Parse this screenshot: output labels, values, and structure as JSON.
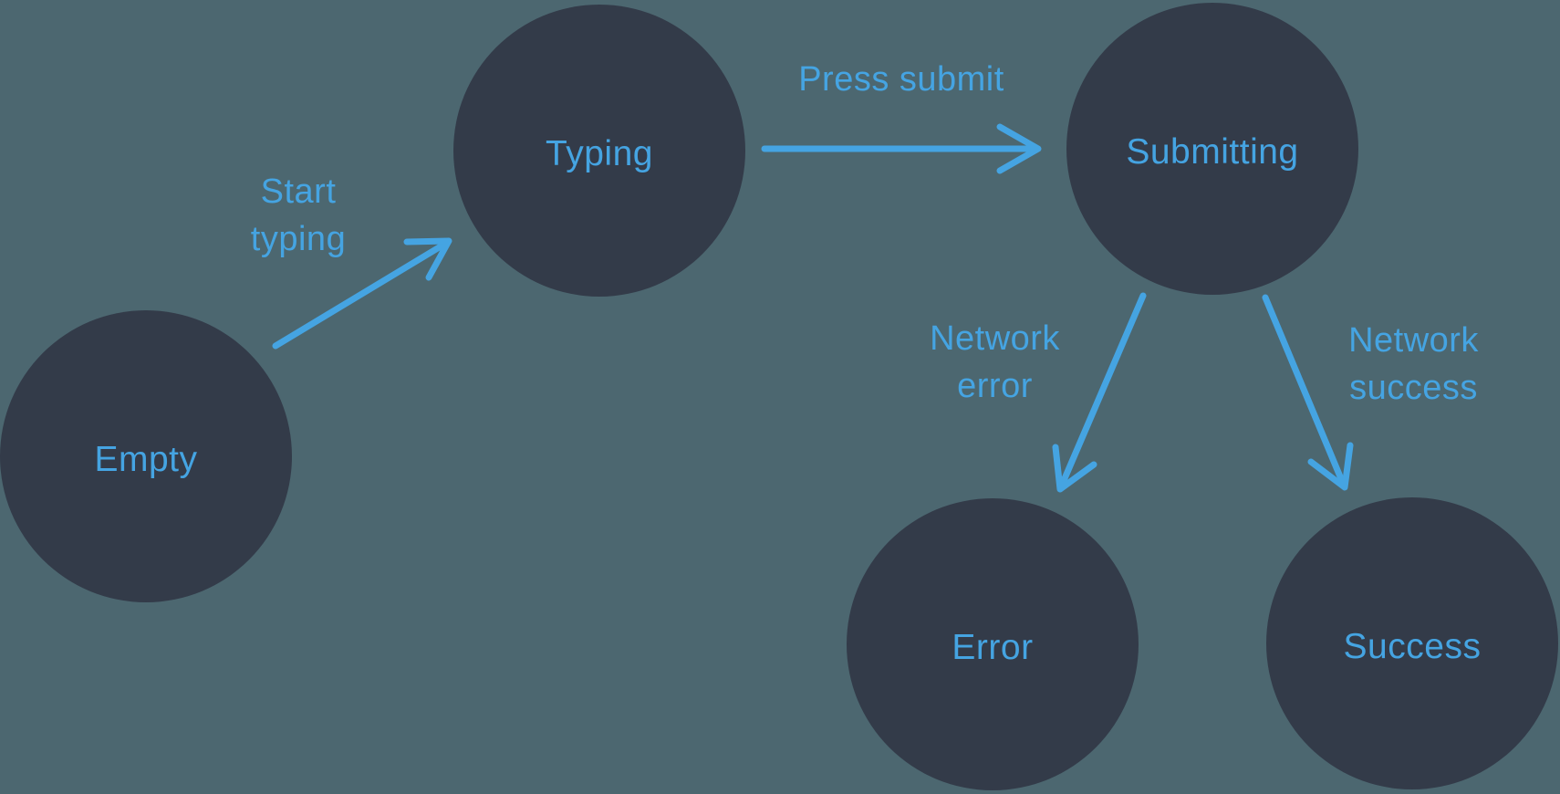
{
  "diagram": {
    "type": "state-machine",
    "colors": {
      "background": "#4C6770",
      "node_fill": "#333B49",
      "accent": "#45A4E2"
    },
    "nodes": [
      {
        "id": "empty",
        "label": "Empty"
      },
      {
        "id": "typing",
        "label": "Typing"
      },
      {
        "id": "submitting",
        "label": "Submitting"
      },
      {
        "id": "error",
        "label": "Error"
      },
      {
        "id": "success",
        "label": "Success"
      }
    ],
    "edges": [
      {
        "from": "empty",
        "to": "typing",
        "label": "Start typing"
      },
      {
        "from": "typing",
        "to": "submitting",
        "label": "Press submit"
      },
      {
        "from": "submitting",
        "to": "error",
        "label": "Network error"
      },
      {
        "from": "submitting",
        "to": "success",
        "label": "Network success"
      }
    ]
  }
}
